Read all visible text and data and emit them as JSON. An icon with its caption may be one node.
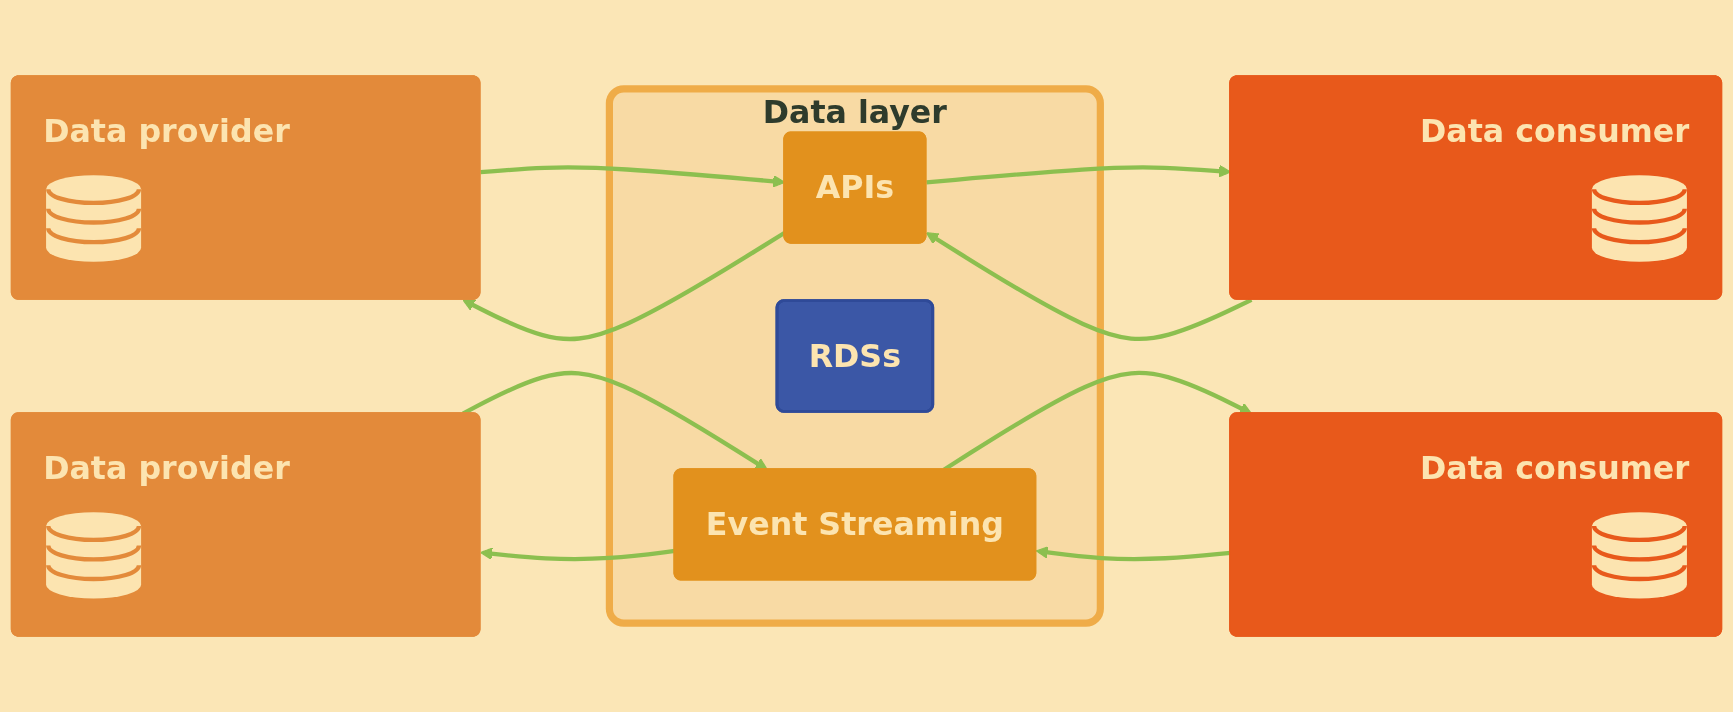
{
  "diagram": {
    "nodes": [
      {
        "text": [
          "Data layer"
        ]
      },
      {
        "text": [
          "Data provider"
        ]
      },
      {
        "text": [
          "APIs"
        ],
        "in": 0
      },
      {
        "text": [
          "Data consumer"
        ]
      },
      {
        "text": [
          "RDSs"
        ],
        "in": 0
      },
      {
        "text": [
          "Data provider"
        ]
      },
      {
        "text": [
          "Event Streaming"
        ],
        "in": 0
      },
      {
        "text": [
          "Data consumer"
        ]
      }
    ],
    "edges": [
      {
        "from": 1,
        "to": 2,
        "arrow": "to"
      },
      {
        "from": 2,
        "to": 1,
        "arrow": "to"
      },
      {
        "from": 2,
        "to": 3,
        "arrow": "to"
      },
      {
        "from": 3,
        "to": 2,
        "arrow": "to"
      },
      {
        "from": 5,
        "to": 6,
        "arrow": "to"
      },
      {
        "from": 6,
        "to": 5,
        "arrow": "to"
      },
      {
        "from": 6,
        "to": 7,
        "arrow": "to"
      },
      {
        "from": 7,
        "to": 6,
        "arrow": "to"
      }
    ]
  }
}
